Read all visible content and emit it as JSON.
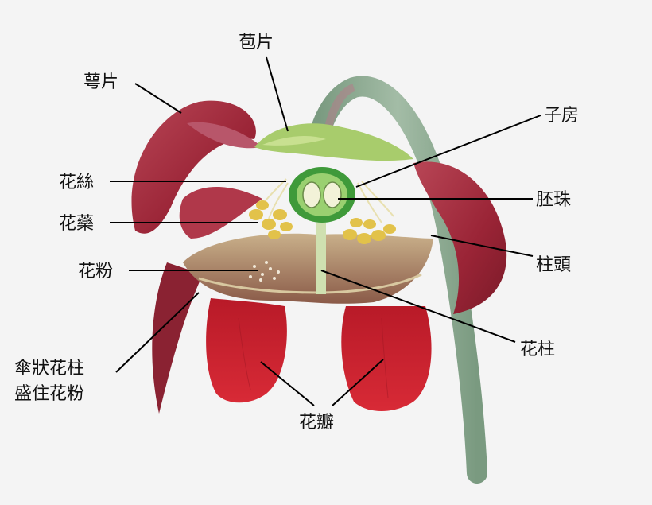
{
  "diagram": {
    "labels": {
      "bract": "苞片",
      "sepal": "萼片",
      "ovary": "子房",
      "filament": "花絲",
      "ovule": "胚珠",
      "anther": "花藥",
      "stigma": "柱頭",
      "pollen": "花粉",
      "style": "花柱",
      "umbrella_style_line1": "傘狀花柱",
      "umbrella_style_line2": "盛住花粉",
      "petal": "花瓣"
    },
    "colors": {
      "background": "#f4f4f4",
      "petal_red": "#c8202c",
      "sepal_maroon": "#a02a3a",
      "stem_green": "#8aa88c",
      "bract_green": "#a8d070",
      "ovary_green": "#3a9a3a",
      "anther_yellow": "#e6c84a"
    }
  }
}
